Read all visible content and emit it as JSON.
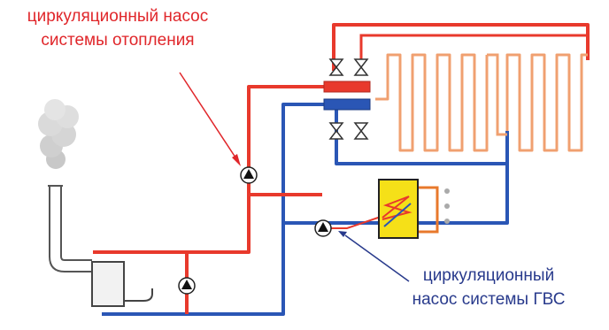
{
  "labels": {
    "heating_pump": {
      "line1": "циркуляционный насос",
      "line2": "системы отопления"
    },
    "dhw_pump": {
      "line1": "циркуляционный",
      "line2": "насос системы ГВС"
    }
  },
  "colors": {
    "supply_pipe": "#e8392c",
    "return_pipe": "#2a56b5",
    "floor_heating_coil": "#f0a070",
    "heating_label": "#e0262a",
    "dhw_label": "#283a8c",
    "water_heater": "#f5e018",
    "equipment_outline": "#444444"
  },
  "icons": {
    "pump": "pump-icon",
    "valve": "valve-icon",
    "boiler": "boiler-icon",
    "chimney": "chimney-icon",
    "smoke": "smoke-icon",
    "water_heater": "water-heater-icon"
  }
}
